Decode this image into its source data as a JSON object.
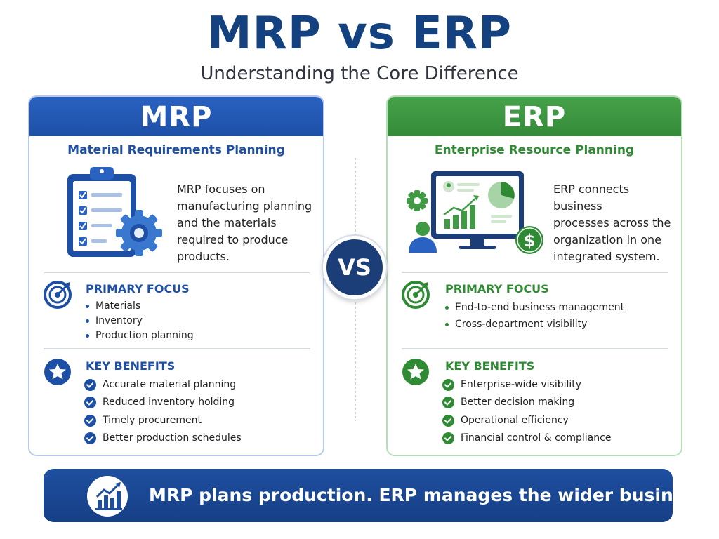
{
  "title": "MRP vs ERP",
  "subtitle": "Understanding the Core Difference",
  "vs_label": "VS",
  "mrp": {
    "heading": "MRP",
    "full_name": "Material Requirements Planning",
    "description_lines": [
      "MRP focuses on",
      "manufacturing planning",
      "and the materials",
      "required to produce",
      "products."
    ],
    "focus_title": "PRIMARY FOCUS",
    "focus_items": [
      "Materials",
      "Inventory",
      "Production planning"
    ],
    "benefits_title": "KEY BENEFITS",
    "benefits": [
      "Accurate material planning",
      "Reduced inventory holding",
      "Timely procurement",
      "Better production schedules"
    ]
  },
  "erp": {
    "heading": "ERP",
    "full_name": "Enterprise Resource Planning",
    "description_lines": [
      "ERP connects business",
      "processes across the",
      "organization in one",
      "integrated system."
    ],
    "focus_title": "PRIMARY FOCUS",
    "focus_items": [
      "End-to-end business management",
      "Cross-department visibility"
    ],
    "benefits_title": "KEY BENEFITS",
    "benefits": [
      "Enterprise-wide visibility",
      "Better decision making",
      "Operational efficiency",
      "Financial control & compliance"
    ]
  },
  "banner_text": "MRP plans production. ERP manages the wider business.",
  "colors": {
    "mrp_blue": "#1d4fa6",
    "erp_green": "#2f8a34",
    "title_navy": "#14417f",
    "vs_navy": "#1c3e78"
  },
  "icons": [
    "clipboard-gear-icon",
    "monitor-dashboard-icon",
    "target-icon",
    "star-badge-icon",
    "check-circle-icon",
    "growth-chart-icon"
  ]
}
